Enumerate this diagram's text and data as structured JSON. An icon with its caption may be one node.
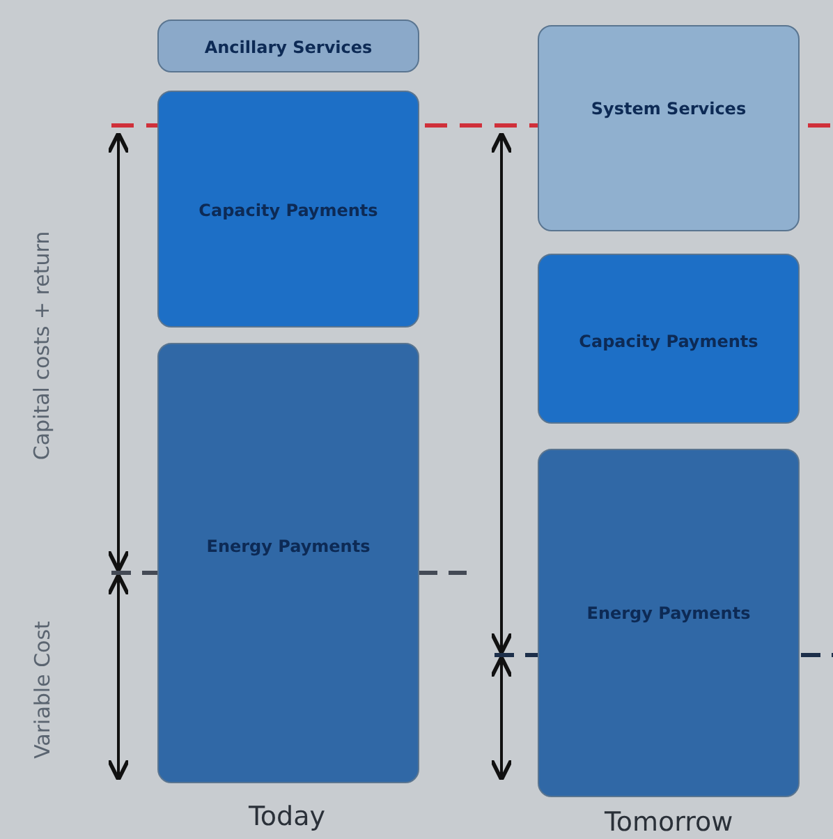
{
  "diagram": {
    "nodes": [
      {
        "text": [
          "Ancillary Services"
        ]
      },
      {
        "text": [
          "Capacity Payments"
        ]
      },
      {
        "text": [
          "Energy Payments"
        ]
      },
      {
        "text": [
          "System Services"
        ]
      },
      {
        "text": [
          "Capacity Payments"
        ]
      },
      {
        "text": [
          "Energy Payments"
        ]
      }
    ],
    "edges": [],
    "labels": [
      "Capital costs + return",
      "Variable Cost",
      "Today",
      "Tomorrow"
    ]
  }
}
